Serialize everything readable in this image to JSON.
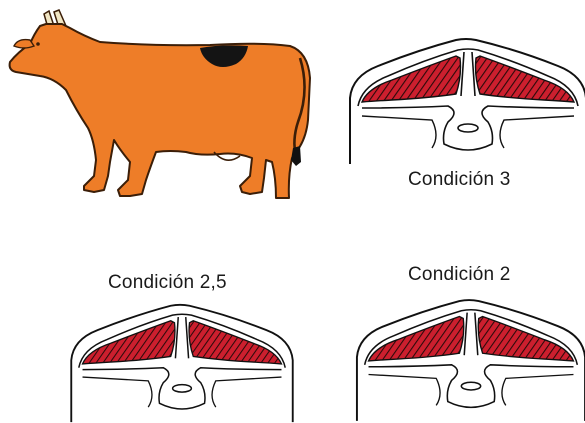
{
  "figure": {
    "labels": {
      "condition_3": "Condición 3",
      "condition_2_5": "Condición 2,5",
      "condition_2": "Condición 2"
    },
    "colors": {
      "cow_body": "#ee7d28",
      "cow_outline": "#3b1e08",
      "marked_area": "#141414",
      "horns": "#f1e6c3",
      "muscle": "#cc1f2e",
      "hatch": "#2a0a0a",
      "outline": "#111111",
      "background": "#ffffff"
    },
    "icons": {
      "cow": "cow-silhouette-icon",
      "section": "spine-cross-section-icon"
    }
  }
}
